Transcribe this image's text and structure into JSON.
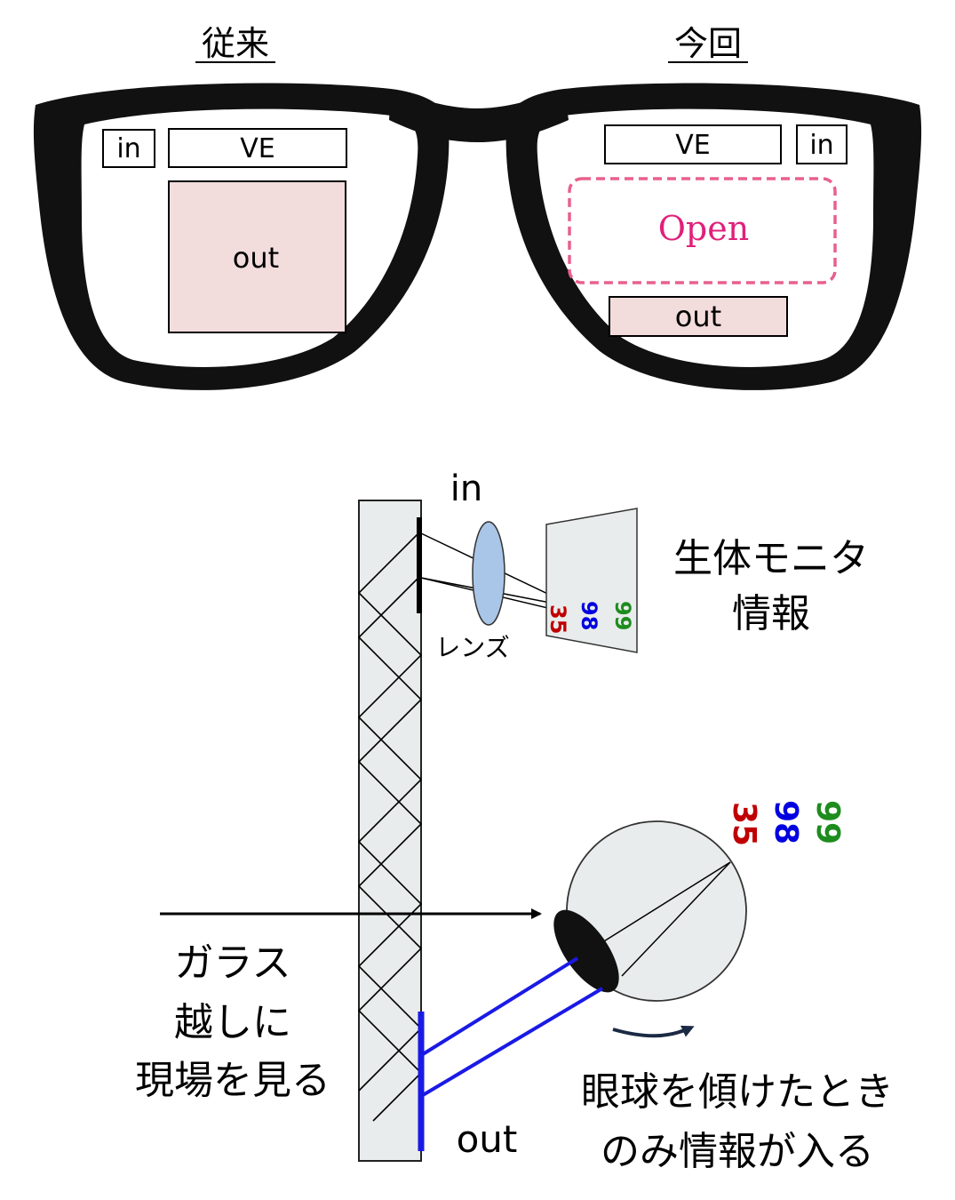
{
  "top": {
    "left_heading": "従来",
    "right_heading": "今回",
    "left_lens": {
      "in_label": "in",
      "ve_label": "VE",
      "out_label": "out"
    },
    "right_lens": {
      "ve_label": "VE",
      "in_label": "in",
      "open_label": "Open",
      "out_label": "out"
    }
  },
  "bottom": {
    "in_label": "in",
    "lens_label": "レンズ",
    "monitor_label_line1": "生体モニタ",
    "monitor_label_line2": "情報",
    "readings": [
      "35",
      "98",
      "99"
    ],
    "glass_label_line1": "ガラス",
    "glass_label_line2": "越しに",
    "glass_label_line3": "現場を見る",
    "out_label": "out",
    "eye_caption_line1": "眼球を傾けたとき",
    "eye_caption_line2": "のみ情報が入る"
  },
  "colors": {
    "frame": "#111111",
    "out_fill": "#f2dcdc",
    "open_border": "#e8608c",
    "open_text": "#e0207a",
    "panel_fill": "#e9ecec",
    "lens_fill": "#a9c6e8",
    "ray_blue": "#1a1ae6",
    "reading_red": "#c00000",
    "reading_blue": "#0000e0",
    "reading_green": "#1e8c1e"
  }
}
